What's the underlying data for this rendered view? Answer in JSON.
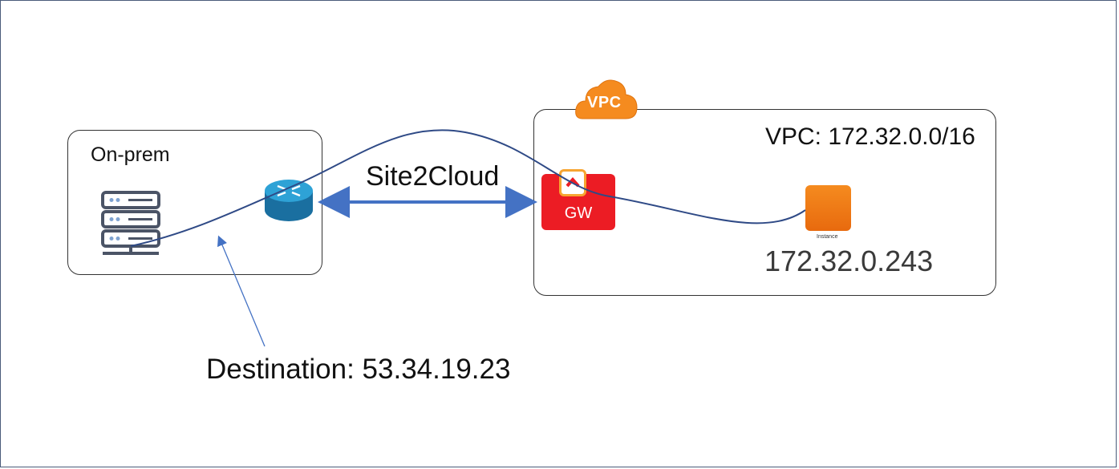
{
  "onprem": {
    "label": "On-prem"
  },
  "vpc": {
    "badge": "VPC",
    "cidr": "VPC: 172.32.0.0/16"
  },
  "gateway": {
    "label": "GW"
  },
  "instance": {
    "caption": "Instance",
    "ip": "172.32.0.243"
  },
  "link": {
    "label": "Site2Cloud"
  },
  "annotation": {
    "destination": "Destination: 53.34.19.23"
  },
  "colors": {
    "gateway": "#ec1c24",
    "instance": "#f07a17",
    "link": "#4472c4",
    "path": "#2f4a86",
    "router": "#1e88b8"
  },
  "icons": {
    "server": "server-rack-icon",
    "router": "router-icon",
    "cloud": "vpc-cloud-icon",
    "gateway_logo": "aviatrix-logo-icon"
  }
}
